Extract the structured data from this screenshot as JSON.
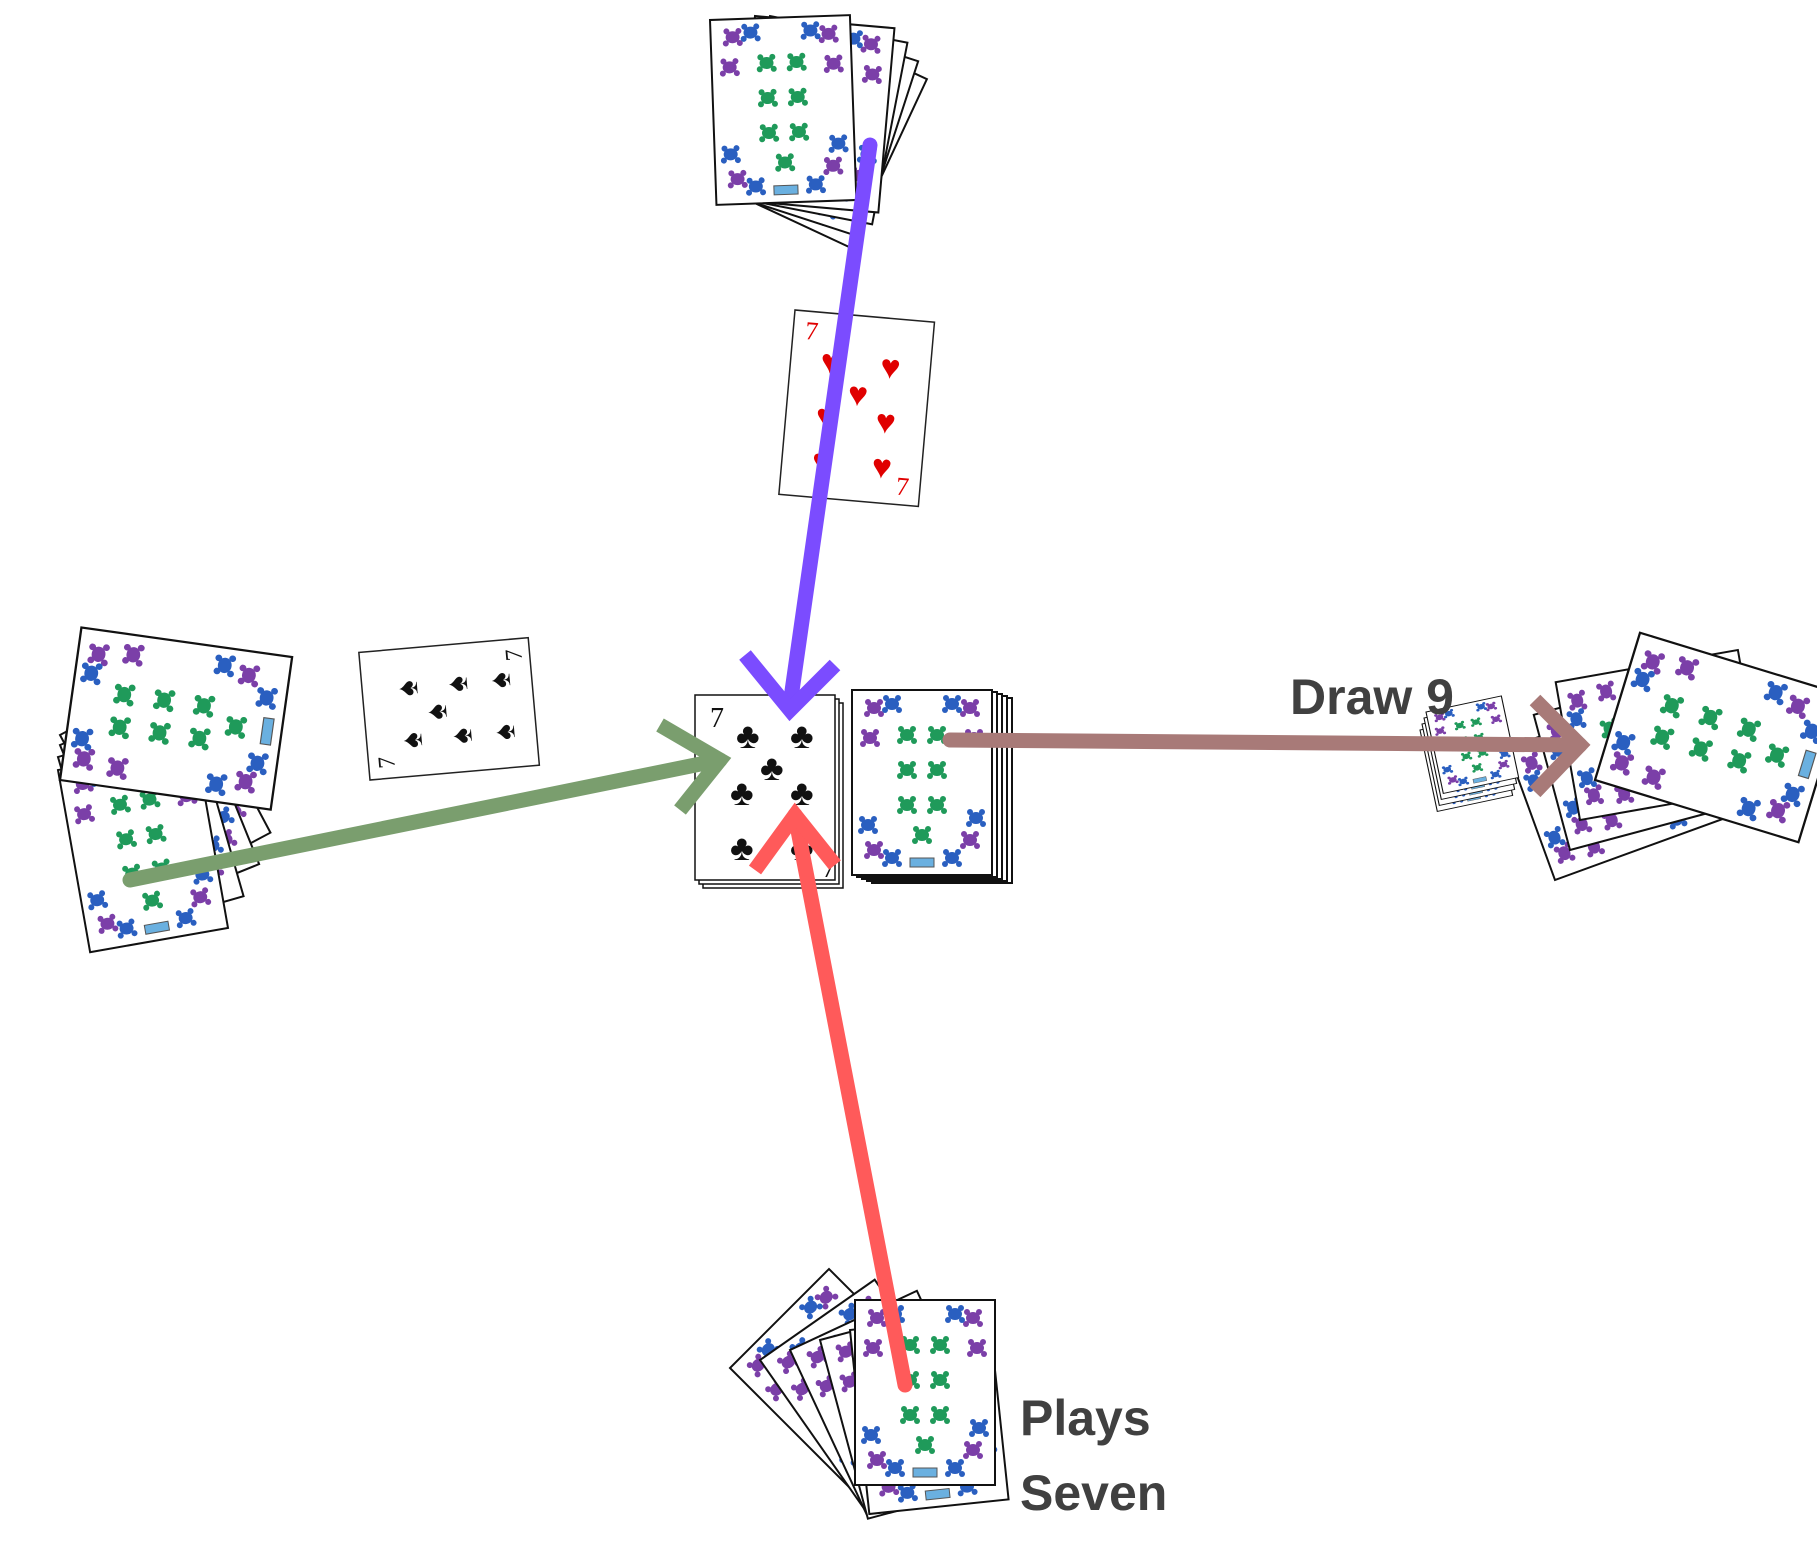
{
  "labels": {
    "draw": "Draw 9",
    "plays_line1": "Plays",
    "plays_line2": "Seven"
  },
  "cards": {
    "top_played": {
      "rank": "7",
      "suit": "hearts",
      "pips": "♥"
    },
    "left_played": {
      "rank": "7",
      "suit": "spades",
      "pips": "♠"
    },
    "discard_top": {
      "rank": "7",
      "suit": "clubs",
      "pips": "♣"
    }
  },
  "colors": {
    "arrow_top": "#7b4cff",
    "arrow_left": "#7a9e6e",
    "arrow_bottom": "#ff5a5a",
    "arrow_right": "#a87a78",
    "motif_green": "#1f9a5a",
    "motif_purple": "#7b3fa8",
    "motif_blue": "#2a5fc0",
    "red_suit": "#e00000"
  },
  "icons": {
    "card_back_motif": "frog-icon",
    "deck": "card-deck-icon"
  }
}
